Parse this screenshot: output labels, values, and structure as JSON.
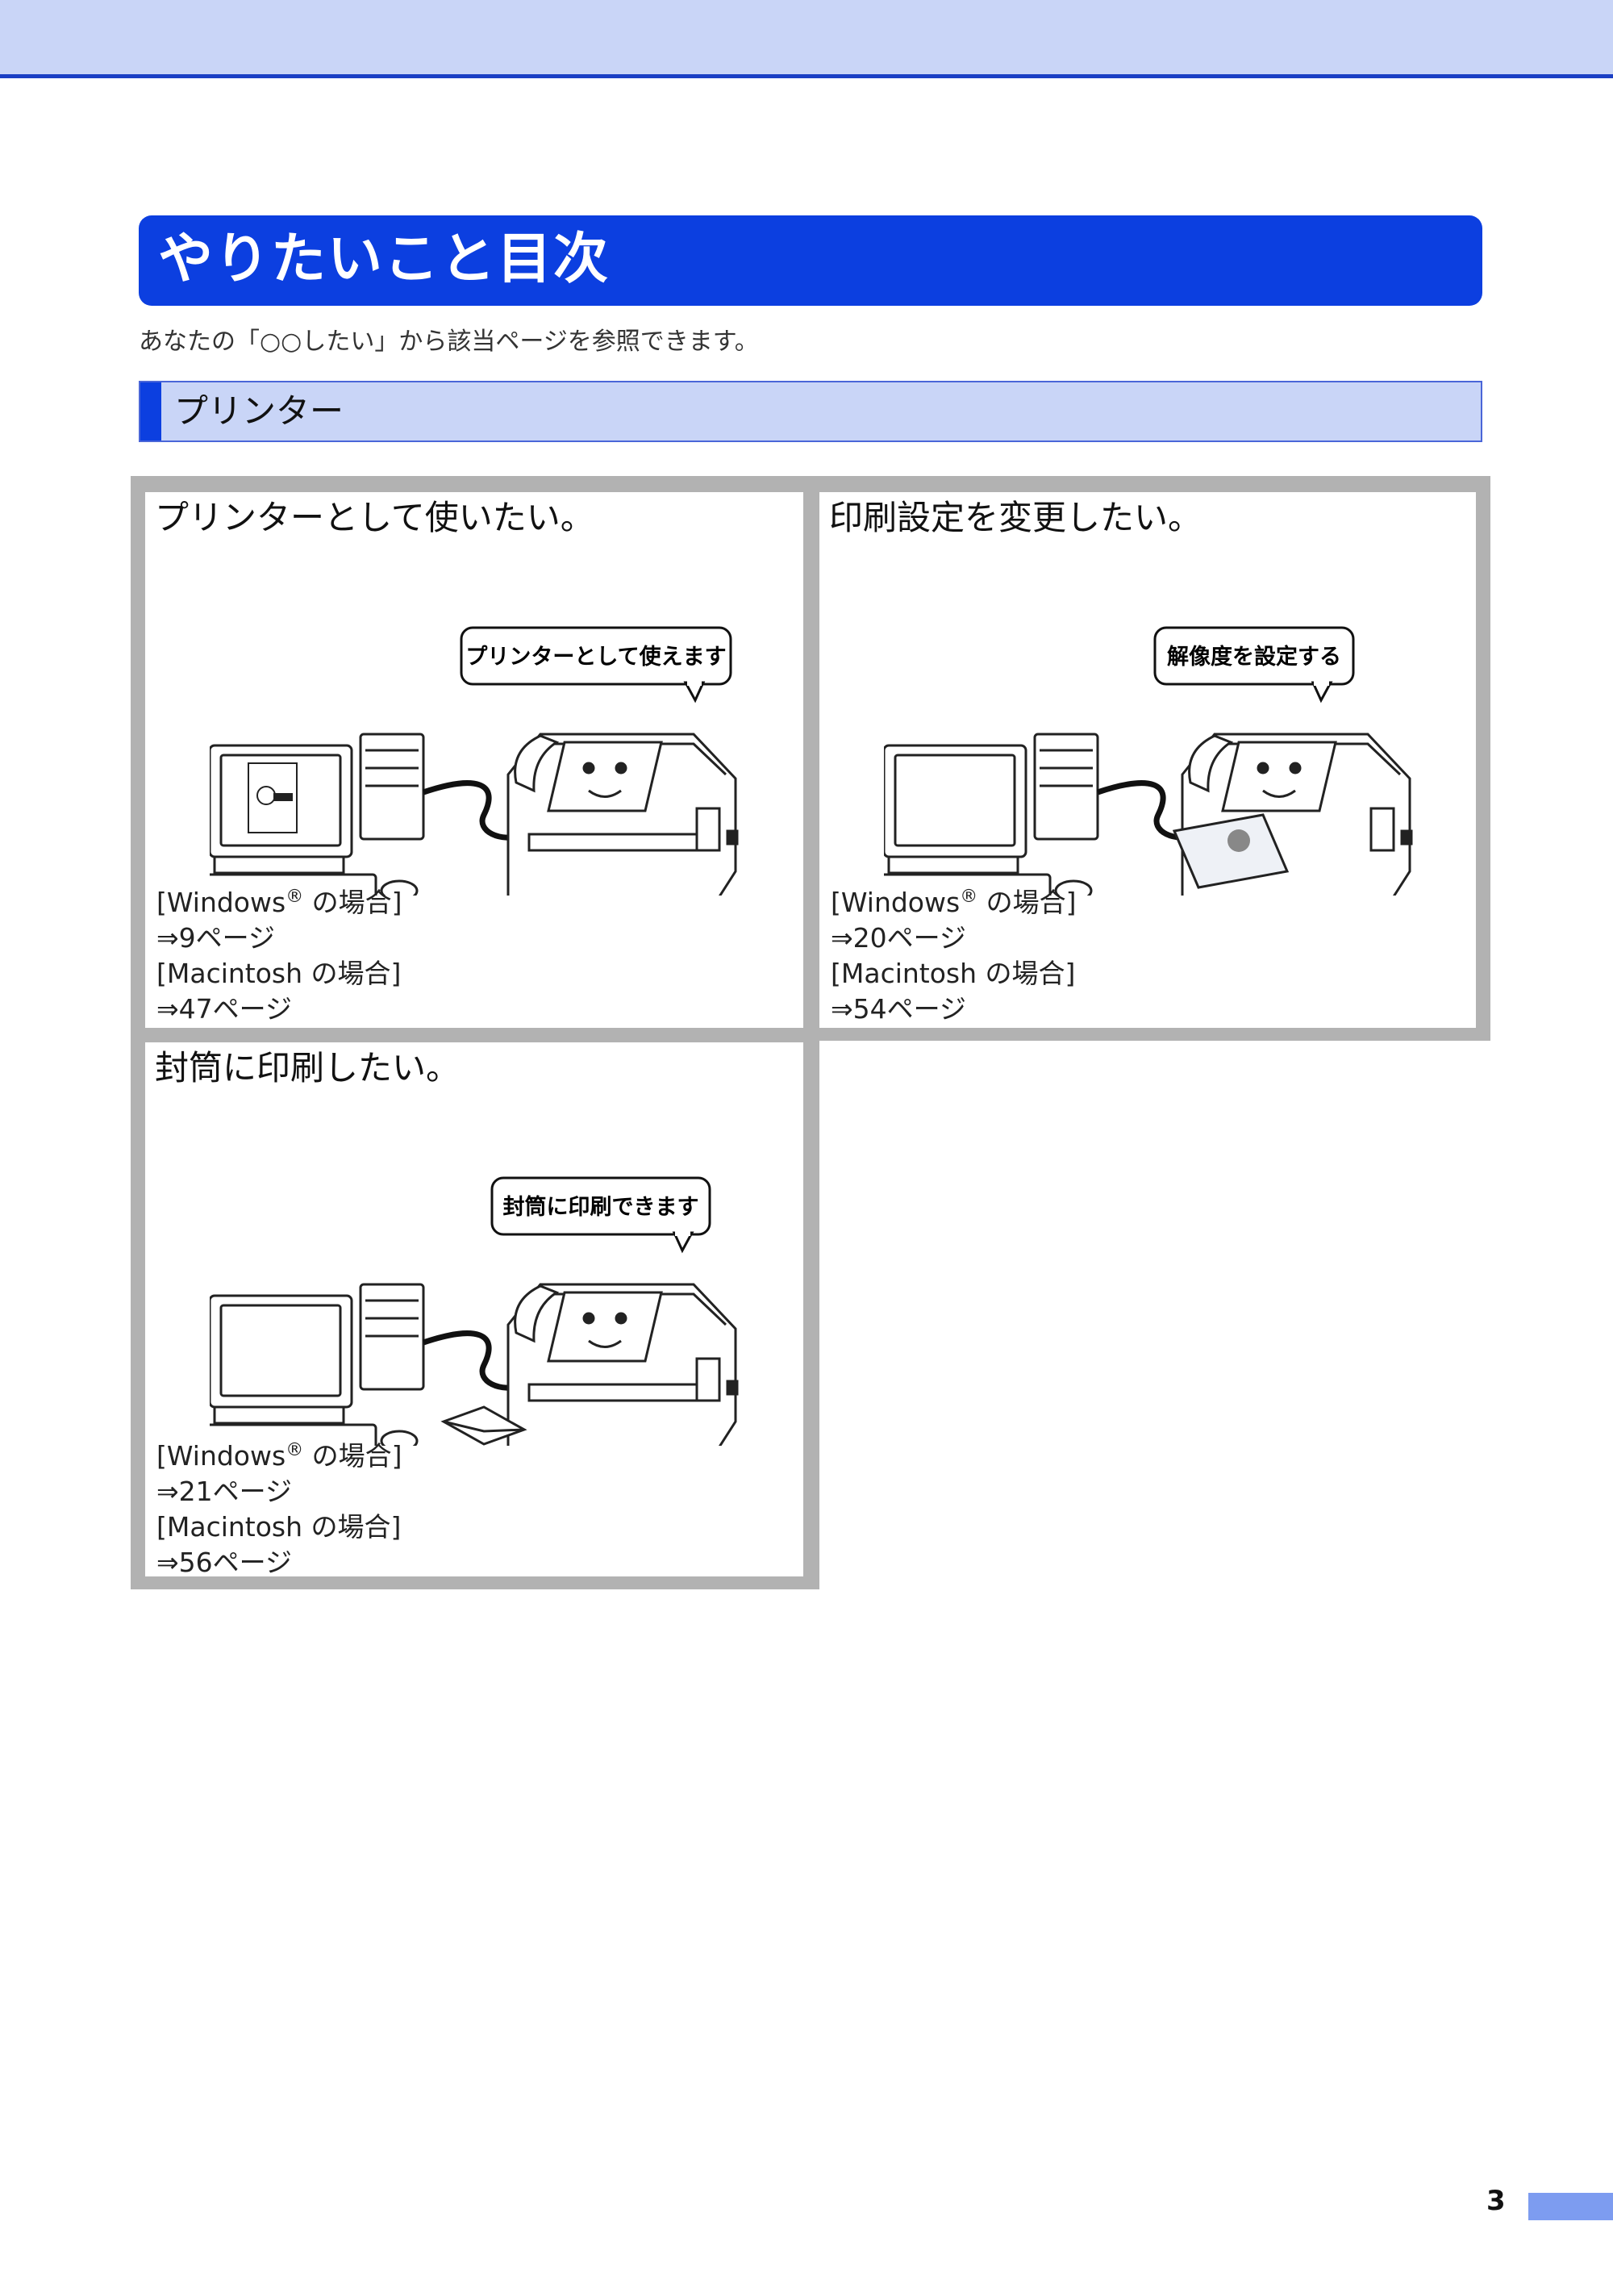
{
  "header": {
    "title": "やりたいこと目次",
    "intro": "あなたの「○○したい」から該当ページを参照できます。"
  },
  "section": {
    "title": "プリンター"
  },
  "cells": [
    {
      "title": "プリンターとして使いたい。",
      "bubble": "プリンターとして使えます",
      "win_label": "[Windows",
      "reg": "®",
      "win_suffix": " の場合]",
      "win_page": "⇒9ページ",
      "mac_label": "[Macintosh の場合]",
      "mac_page": "⇒47ページ"
    },
    {
      "title": "印刷設定を変更したい。",
      "bubble": "解像度を設定する",
      "win_label": "[Windows",
      "reg": "®",
      "win_suffix": " の場合]",
      "win_page": "⇒20ページ",
      "mac_label": "[Macintosh の場合]",
      "mac_page": "⇒54ページ"
    },
    {
      "title": "封筒に印刷したい。",
      "bubble": "封筒に印刷できます",
      "win_label": "[Windows",
      "reg": "®",
      "win_suffix": " の場合]",
      "win_page": "⇒21ページ",
      "mac_label": "[Macintosh の場合]",
      "mac_page": "⇒56ページ"
    }
  ],
  "page_number": "3",
  "colors": {
    "accent": "#0c3fe0",
    "band": "#c9d5f7",
    "frame": "#b2b2b2",
    "tab": "#7d9cf0"
  }
}
